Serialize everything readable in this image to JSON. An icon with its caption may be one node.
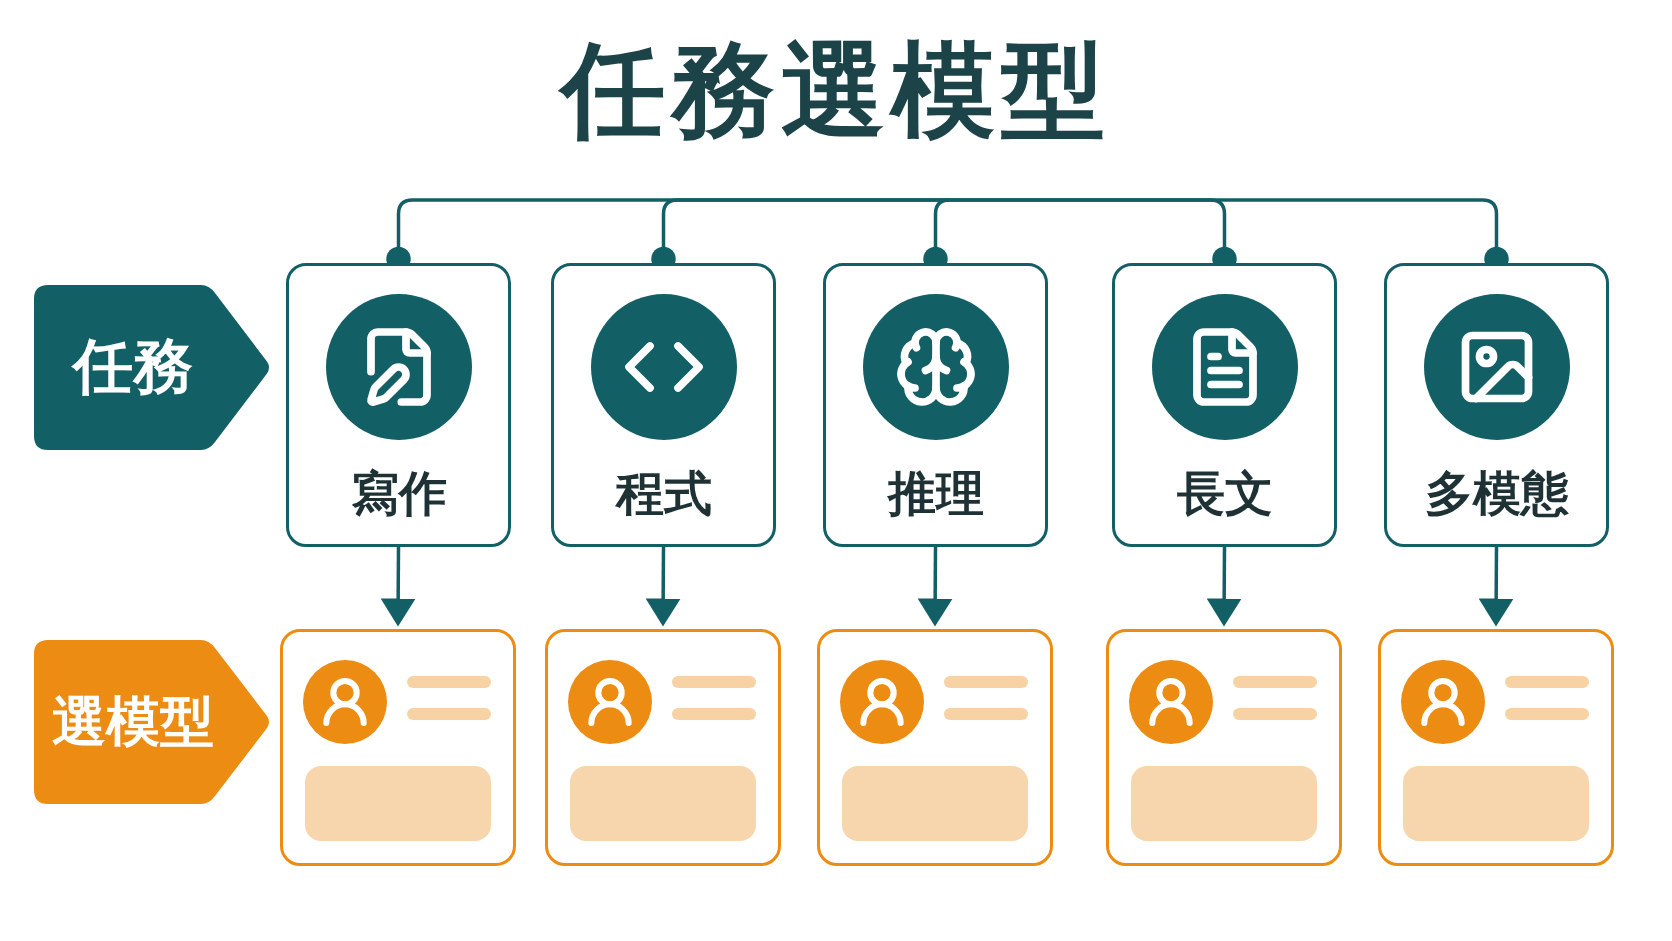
{
  "diagram": {
    "title": "任務選模型",
    "nodes": [
      {
        "text": [
          "任務"
        ]
      },
      {
        "text": [
          "寫作"
        ]
      },
      {
        "text": [
          "程式"
        ]
      },
      {
        "text": [
          "推理"
        ]
      },
      {
        "text": [
          "長文"
        ]
      },
      {
        "text": [
          "多模態"
        ]
      },
      {
        "text": [
          "選模型"
        ]
      },
      {
        "text": [],
        "shape": "box"
      },
      {
        "text": [],
        "shape": "box"
      },
      {
        "text": [],
        "shape": "box"
      },
      {
        "text": [],
        "shape": "box"
      },
      {
        "text": [],
        "shape": "box"
      }
    ],
    "edges": [
      {
        "from": null,
        "to": 1,
        "arrow": "other"
      },
      {
        "from": null,
        "to": 2,
        "arrow": "other"
      },
      {
        "from": null,
        "to": 3,
        "arrow": "other"
      },
      {
        "from": null,
        "to": 4,
        "arrow": "other"
      },
      {
        "from": null,
        "to": 5,
        "arrow": "other"
      },
      {
        "from": 1,
        "to": 7,
        "arrow": "to"
      },
      {
        "from": 2,
        "to": 8,
        "arrow": "to"
      },
      {
        "from": 3,
        "to": 9,
        "arrow": "to"
      },
      {
        "from": 4,
        "to": 10,
        "arrow": "to"
      },
      {
        "from": 5,
        "to": 11,
        "arrow": "to"
      }
    ]
  }
}
